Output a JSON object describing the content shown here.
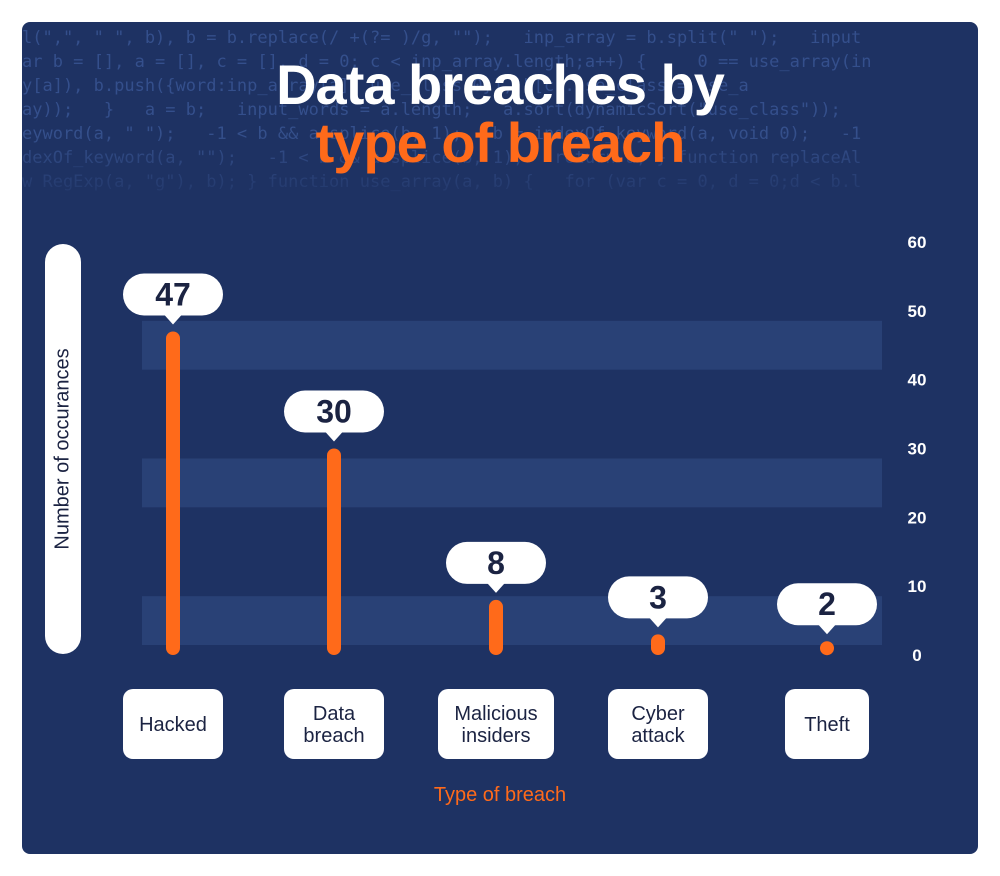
{
  "header": {
    "title_line1": "Data breaches by",
    "title_line2": "type of breach"
  },
  "background_code": [
    "l(\",\", \" \", b), b = b.replace(/ +(?= )/g, \"\");   inp_array = b.split(\" \");   input",
    "ar b = [], a = [], c = [], d = 0; c < inp_array.length;a++) {     0 == use_array(in",
    "y[a]), b.push({word:inp_array[a], use_class:0}), b[c].use_class = use_a",
    "ay));   }   a = b;   input_words = a.length;   a.sort(dynamicSort(\"use_class\"));",
    "eyword(a, \" \");   -1 < b && a.splice(b, 1);   b = indexOf_keyword(a, void 0);   -1",
    "dexOf_keyword(a, \"\");   -1 < b && a.splice(b, 1);   return a; } function replaceAl",
    "w RegExp(a, \"g\"), b); } function use_array(a, b) {   for (var c = 0, d = 0;d < b.l"
  ],
  "colors": {
    "background": "#1e3263",
    "accent": "#ff6a1a",
    "band": "#2b4479",
    "text_light": "#ffffff",
    "text_dark": "#1b2342"
  },
  "chart_data": {
    "type": "bar",
    "title": "Data breaches by type of breach",
    "categories": [
      "Hacked",
      "Data breach",
      "Malicious insiders",
      "Cyber attack",
      "Theft"
    ],
    "category_lines": [
      [
        "Hacked"
      ],
      [
        "Data",
        "breach"
      ],
      [
        "Malicious",
        "insiders"
      ],
      [
        "Cyber",
        "attack"
      ],
      [
        "Theft"
      ]
    ],
    "values": [
      47,
      30,
      8,
      3,
      2
    ],
    "data_labels": [
      "47",
      "30",
      "8",
      "3",
      "2"
    ],
    "xlabel": "Type of breach",
    "ylabel": "Number of occurances",
    "ylim": [
      0,
      60
    ],
    "yticks": [
      0,
      10,
      20,
      30,
      40,
      50,
      60
    ],
    "y_axis_position": "right",
    "grid": true
  }
}
